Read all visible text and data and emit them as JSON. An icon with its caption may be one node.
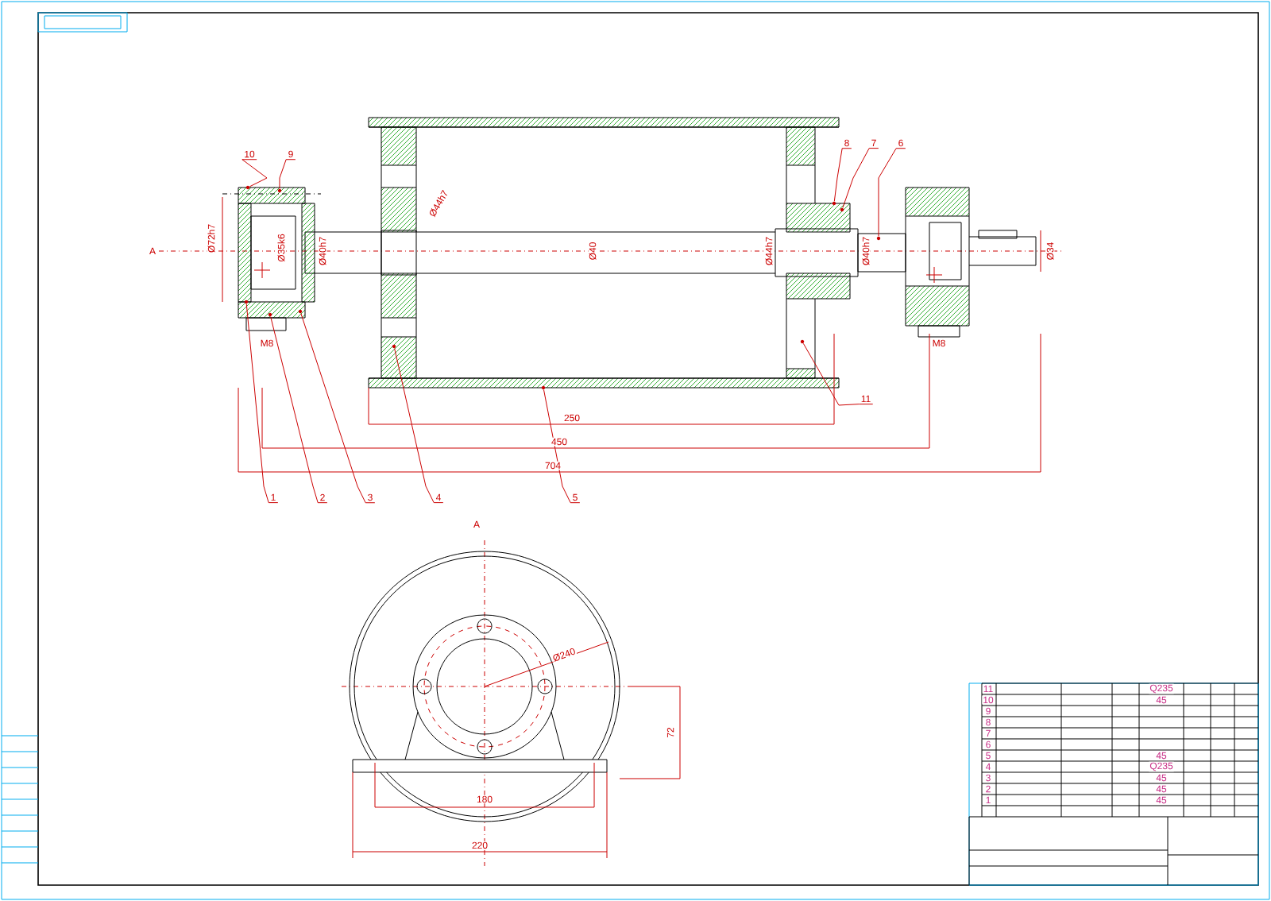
{
  "diagram": {
    "nodes": [
      {
        "text": [
          "10"
        ]
      },
      {
        "text": [
          "9"
        ]
      },
      {
        "text": [
          "8"
        ]
      },
      {
        "text": [
          "7"
        ]
      },
      {
        "text": [
          "6"
        ]
      },
      {
        "text": [
          "11"
        ]
      },
      {
        "text": [
          "1"
        ]
      },
      {
        "text": [
          "2"
        ]
      },
      {
        "text": [
          "3"
        ]
      },
      {
        "text": [
          "4"
        ]
      },
      {
        "text": [
          "5"
        ]
      },
      {
        "text": [],
        "shape": "circle"
      },
      {
        "text": [],
        "shape": "circle"
      },
      {
        "text": [],
        "shape": "circle"
      },
      {
        "text": [],
        "shape": "circle"
      },
      {
        "text": [],
        "shape": "circle"
      },
      {
        "text": [],
        "shape": "circle"
      },
      {
        "text": [],
        "shape": "circle"
      },
      {
        "text": [],
        "shape": "circle"
      },
      {
        "text": [],
        "shape": "circle"
      },
      {
        "text": [],
        "shape": "circle"
      },
      {
        "text": [],
        "shape": "circle"
      }
    ],
    "edges": [
      {
        "from": 0,
        "to": 11,
        "arrow": "none"
      },
      {
        "from": 1,
        "to": 12,
        "arrow": "none"
      },
      {
        "from": 2,
        "to": 13,
        "arrow": "none"
      },
      {
        "from": 3,
        "to": 14,
        "arrow": "none"
      },
      {
        "from": 4,
        "to": 15,
        "arrow": "none"
      },
      {
        "from": 5,
        "to": 16,
        "arrow": "none"
      },
      {
        "from": 6,
        "to": 17,
        "arrow": "none"
      },
      {
        "from": 7,
        "to": 18,
        "arrow": "none"
      },
      {
        "from": 8,
        "to": 19,
        "arrow": "none"
      },
      {
        "from": 9,
        "to": 20,
        "arrow": "none"
      },
      {
        "from": 10,
        "to": 21,
        "arrow": "none"
      }
    ],
    "labels": [
      "A",
      "Ø72h7",
      "Ø35k6",
      "M8",
      "Ø40h7",
      "Ø44h7",
      "Ø40",
      "Ø44h7",
      "Ø40h7",
      "M8",
      "Ø34",
      "250",
      "450",
      "704",
      "A",
      "Ø240",
      "72",
      "180",
      "220",
      "11",
      "Q235",
      "10",
      "45",
      "9",
      "8",
      "7",
      "6",
      "5",
      "45",
      "4",
      "Q235",
      "3",
      "45",
      "2",
      "45",
      "1",
      "45"
    ]
  }
}
